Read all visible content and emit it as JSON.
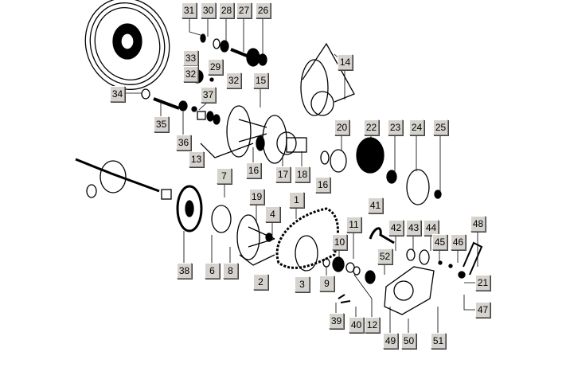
{
  "diagram": {
    "labels": [
      "31",
      "30",
      "28",
      "27",
      "26",
      "14",
      "33",
      "32",
      "29",
      "32",
      "15",
      "34",
      "37",
      "35",
      "36",
      "13",
      "16",
      "17",
      "18",
      "20",
      "22",
      "23",
      "24",
      "25",
      "16",
      "7",
      "19",
      "1",
      "4",
      "41",
      "11",
      "42",
      "43",
      "44",
      "48",
      "10",
      "45",
      "46",
      "52",
      "38",
      "6",
      "8",
      "2",
      "3",
      "9",
      "21",
      "47",
      "39",
      "40",
      "12",
      "49",
      "50",
      "51"
    ]
  }
}
